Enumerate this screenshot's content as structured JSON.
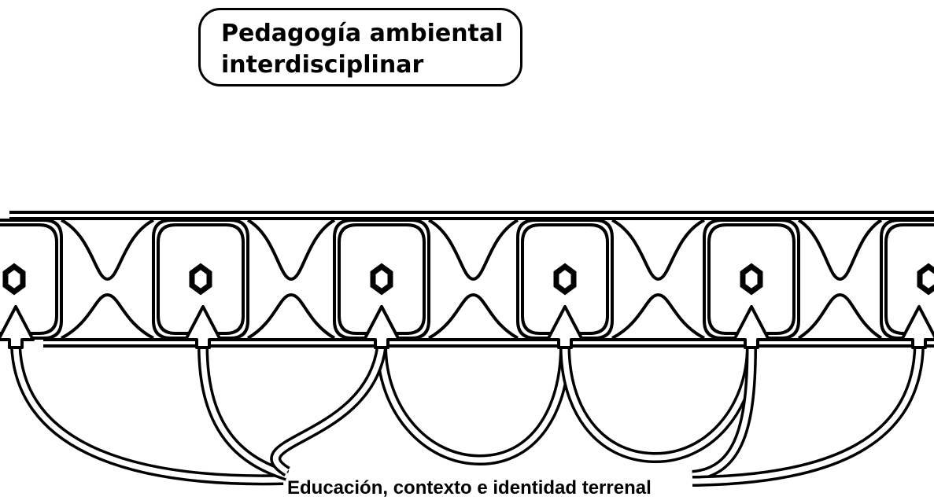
{
  "title": {
    "line1": "Pedagogía ambiental",
    "line2": "interdisciplinar"
  },
  "bottom_label": "Educación, contexto e identidad terrenal"
}
